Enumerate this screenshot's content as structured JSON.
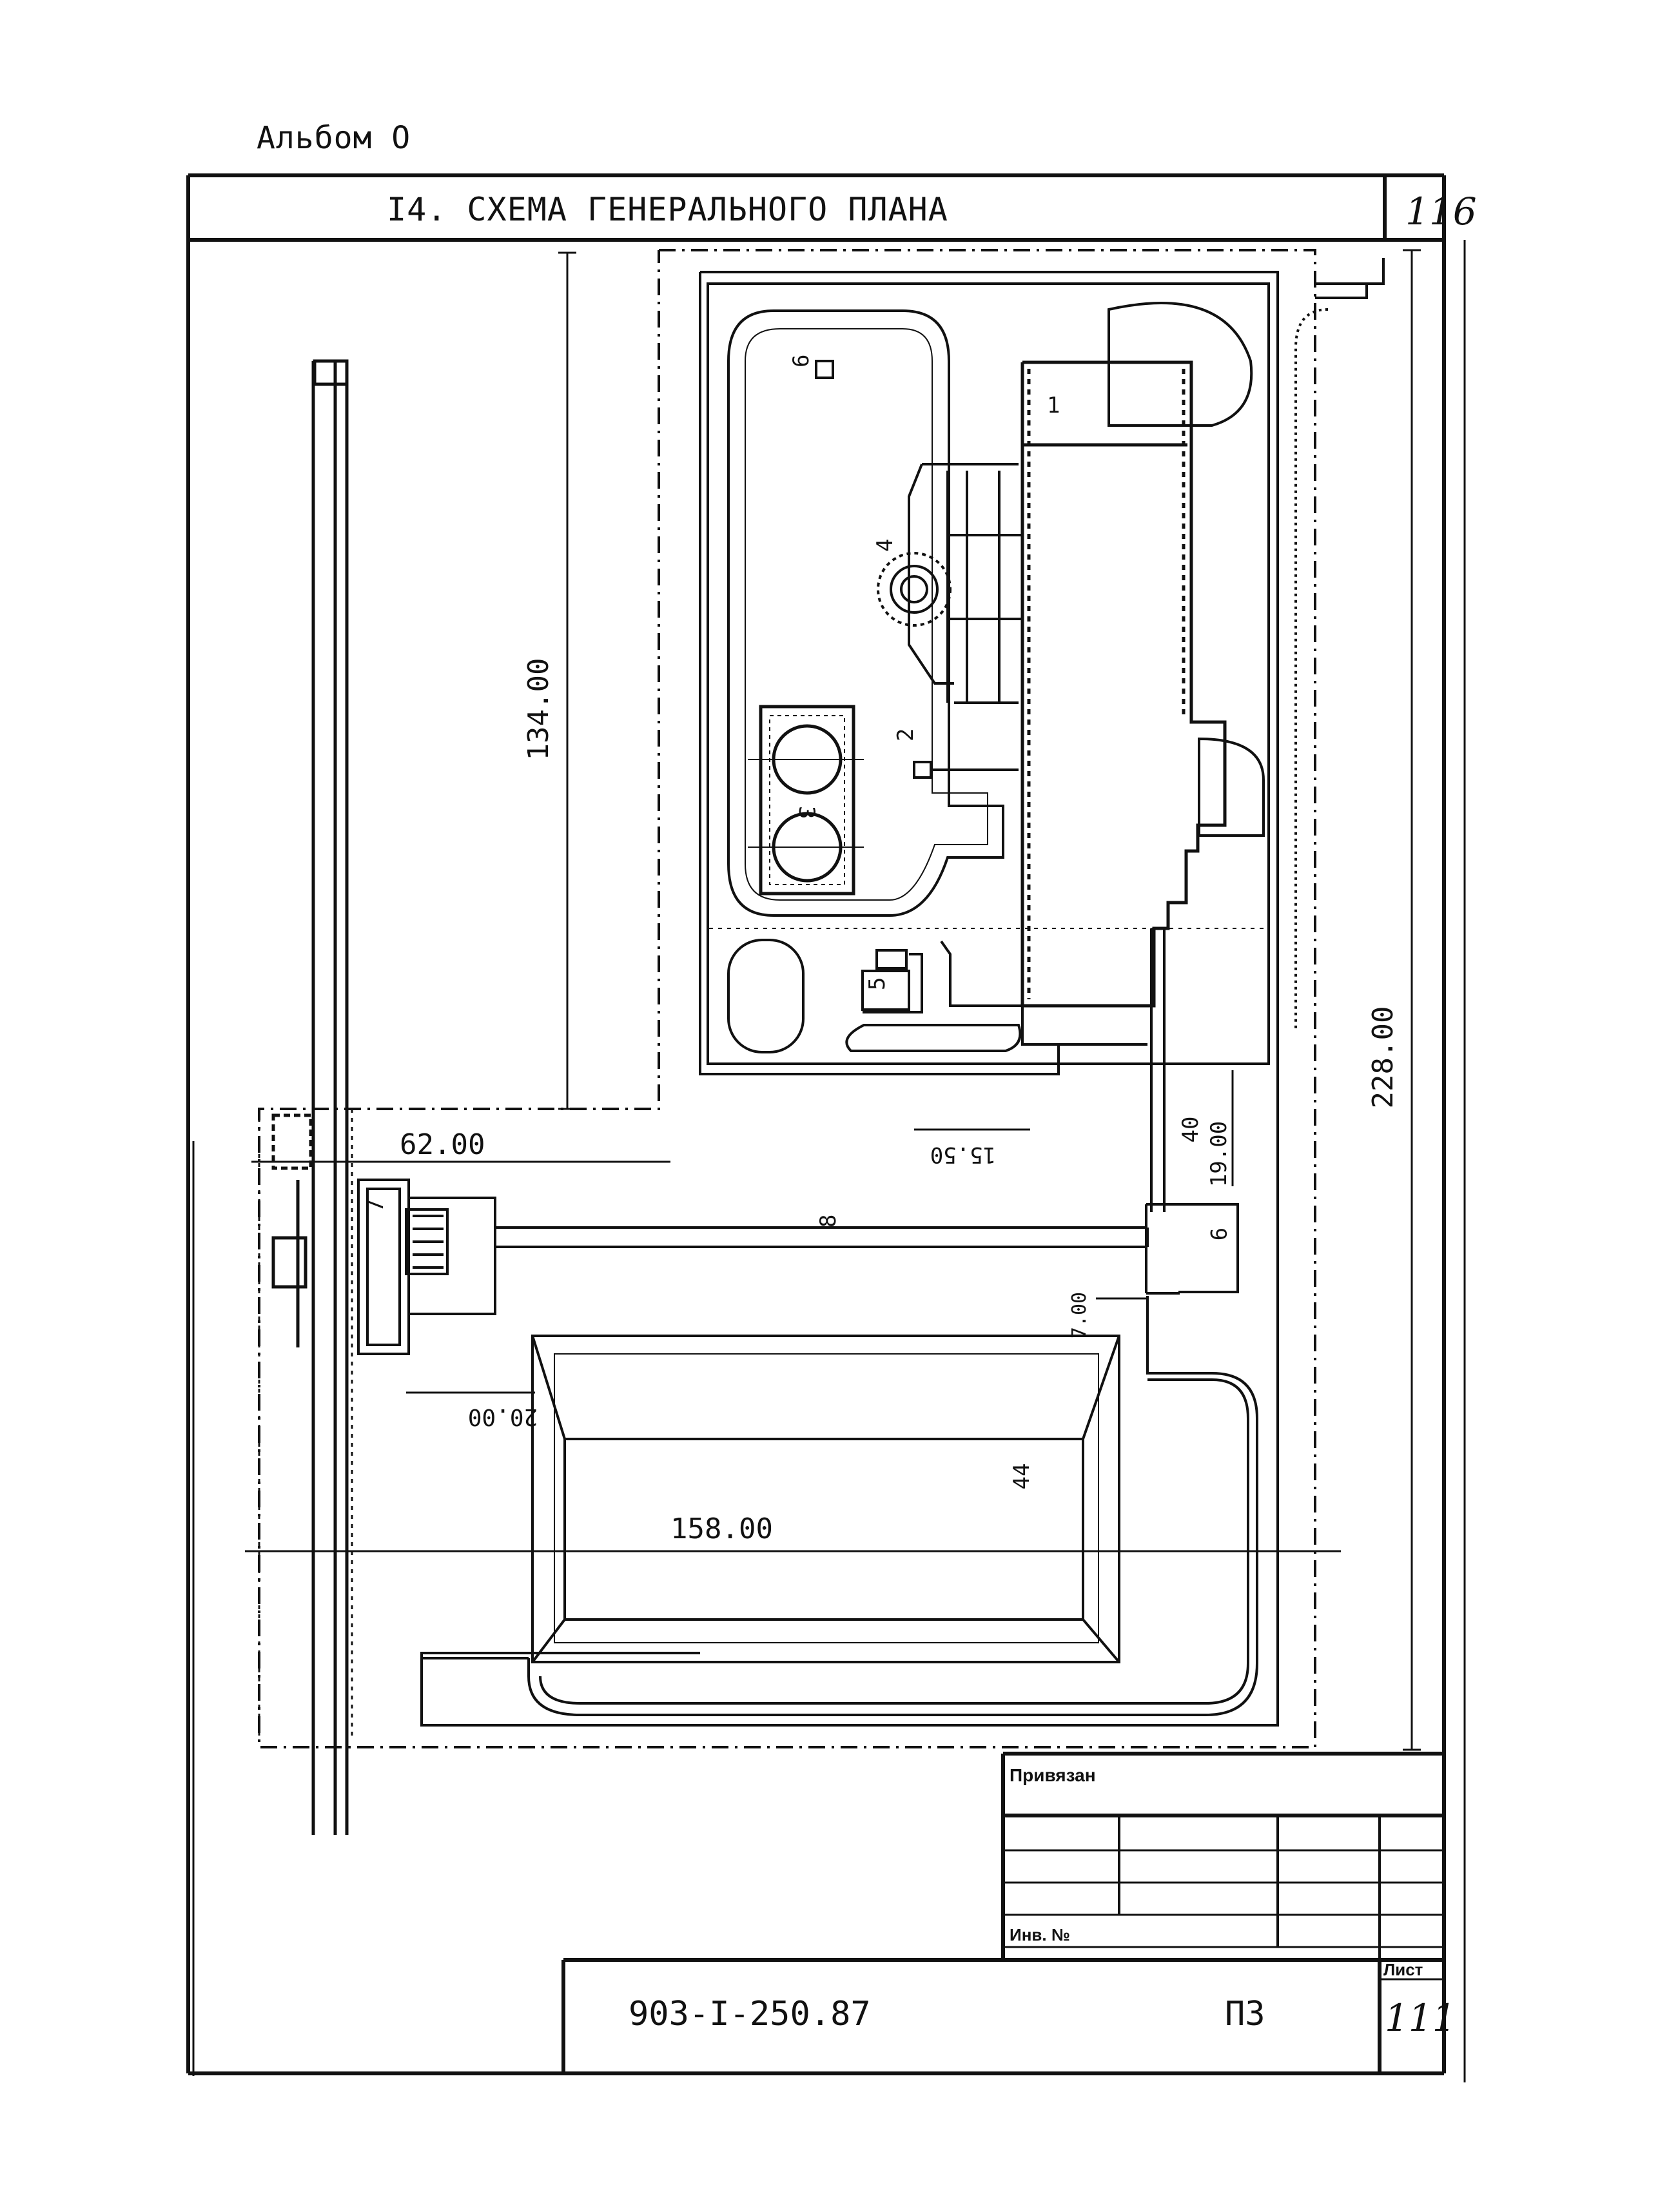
{
  "header": {
    "album": "Альбом О",
    "title": "I4. СХЕМА ГЕНЕРАЛЬНОГО ПЛАНА",
    "top_sheet_number": "116"
  },
  "dimensions": {
    "d134": "134.00",
    "d228": "228.00",
    "d62": "62.00",
    "d158": "158.00",
    "d20": "20.00",
    "d7": "7.00",
    "d19": "19.00",
    "d15_50": "15.50",
    "d40": "40",
    "d44": "44"
  },
  "callouts": {
    "c1": "1",
    "c2": "2",
    "c3": "3",
    "c4": "4",
    "c5": "5",
    "c6": "6",
    "c7": "7",
    "c8": "8",
    "c9": "9"
  },
  "title_block": {
    "attached_label": "Привязан",
    "inv_label": "Инв. №",
    "doc_code": "903-I-250.87",
    "doc_part": "ПЗ",
    "sheet_label": "Лист",
    "sheet_number": "111"
  }
}
